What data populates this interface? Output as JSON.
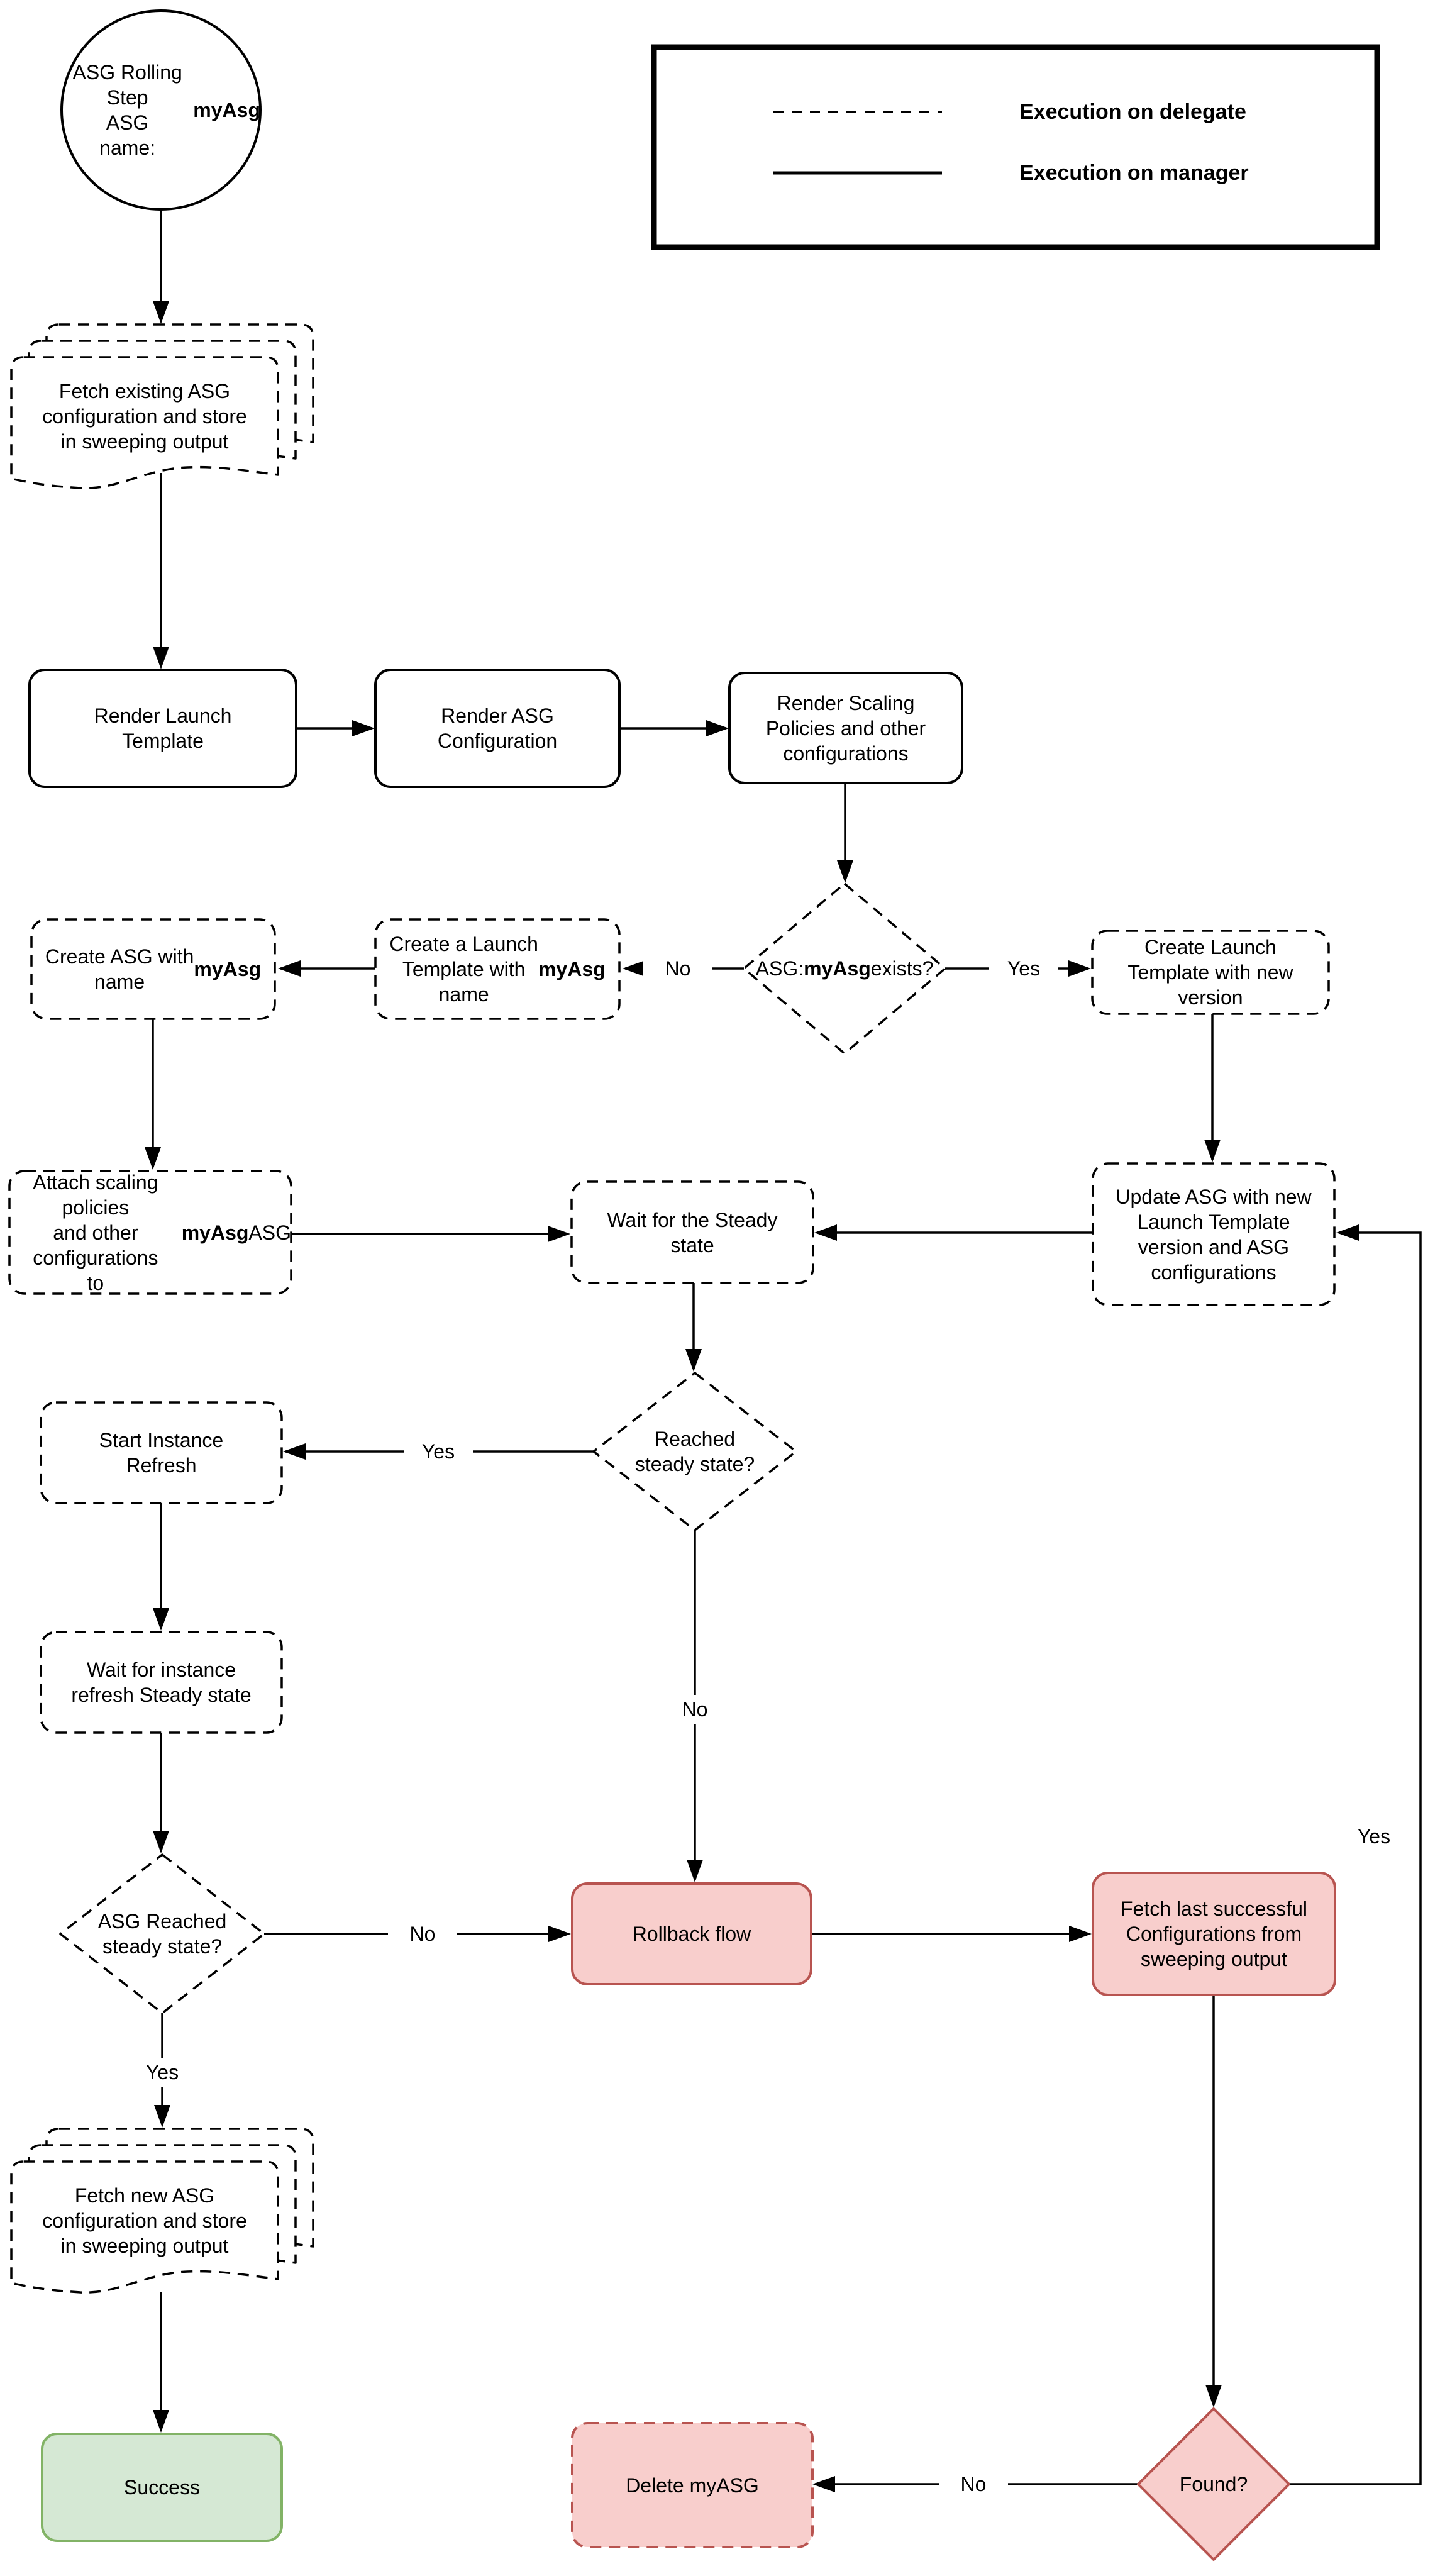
{
  "page": {
    "background": "#ffffff"
  },
  "colors": {
    "line": "#000000",
    "danger_fill": "#f8cecc",
    "danger_border": "#b85450",
    "success_fill": "#d5e8d4",
    "success_border": "#82b366"
  },
  "legend": {
    "items": [
      {
        "line_style": "dashed",
        "label": "Execution on delegate"
      },
      {
        "line_style": "solid",
        "label": "Execution on manager"
      }
    ]
  },
  "nodes": {
    "start": {
      "shape": "circle",
      "execution": "manager",
      "label": "ASG Rolling Step<br>ASG<br>name: <b>myAsg</b>"
    },
    "fetch_existing": {
      "shape": "multi-document",
      "execution": "delegate",
      "label": "Fetch existing ASG<br>configuration and store<br>in sweeping output"
    },
    "render_launch_template": {
      "shape": "rounded-rect",
      "execution": "manager",
      "label": "Render Launch<br>Template"
    },
    "render_asg_configuration": {
      "shape": "rounded-rect",
      "execution": "manager",
      "label": "Render ASG<br>Configuration"
    },
    "render_scaling_policies": {
      "shape": "rounded-rect",
      "execution": "manager",
      "label": "Render Scaling<br>Policies and other<br>configurations"
    },
    "asg_exists": {
      "shape": "diamond",
      "execution": "delegate",
      "label": "ASG:<br><b>myAsg</b> exists?"
    },
    "create_launch_template": {
      "shape": "rounded-rect",
      "execution": "delegate",
      "label": "Create a Launch<br>Template with<br>name <b>myAsg</b>"
    },
    "create_asg": {
      "shape": "rounded-rect",
      "execution": "delegate",
      "label": "Create ASG with<br>name <b>myAsg</b>"
    },
    "create_launch_template_new_version": {
      "shape": "rounded-rect",
      "execution": "delegate",
      "label": "Create Launch<br>Template with new<br>version"
    },
    "attach_scaling_policies": {
      "shape": "rounded-rect",
      "execution": "delegate",
      "label": "Attach scaling policies<br>and other configurations<br>to <b>myAsg</b> ASG"
    },
    "wait_steady_state": {
      "shape": "rounded-rect",
      "execution": "delegate",
      "label": "Wait for the Steady<br>state"
    },
    "update_asg": {
      "shape": "rounded-rect",
      "execution": "delegate",
      "label": "Update ASG with new<br>Launch Template<br>version and ASG<br>configurations"
    },
    "reached_steady_state": {
      "shape": "diamond",
      "execution": "delegate",
      "label": "Reached<br>steady state?"
    },
    "start_instance_refresh": {
      "shape": "rounded-rect",
      "execution": "delegate",
      "label": "Start Instance<br>Refresh"
    },
    "wait_instance_refresh": {
      "shape": "rounded-rect",
      "execution": "delegate",
      "label": "Wait for instance<br>refresh Steady state"
    },
    "asg_reached_steady_state": {
      "shape": "diamond",
      "execution": "delegate",
      "label": "ASG Reached<br>steady state?"
    },
    "rollback_flow": {
      "shape": "rounded-rect",
      "execution": "manager",
      "status": "danger",
      "label": "Rollback flow"
    },
    "fetch_last_successful": {
      "shape": "rounded-rect",
      "execution": "manager",
      "status": "danger",
      "label": "Fetch last successful<br>Configurations from<br>sweeping output"
    },
    "fetch_new": {
      "shape": "multi-document",
      "execution": "delegate",
      "label": "Fetch new ASG<br>configuration and store<br>in sweeping output"
    },
    "success": {
      "shape": "rounded-rect",
      "execution": "manager",
      "status": "success",
      "label": "Success"
    },
    "delete_myasg": {
      "shape": "rounded-rect",
      "execution": "delegate",
      "status": "danger",
      "label": "Delete myASG"
    },
    "found": {
      "shape": "diamond",
      "execution": "manager",
      "status": "danger",
      "label": "Found?"
    }
  },
  "edge_labels": {
    "asg_exists_no": "No",
    "asg_exists_yes": "Yes",
    "reached_steady_yes": "Yes",
    "reached_steady_no": "No",
    "asg_reached_no": "No",
    "asg_reached_yes": "Yes",
    "found_no": "No",
    "found_yes": "Yes"
  }
}
